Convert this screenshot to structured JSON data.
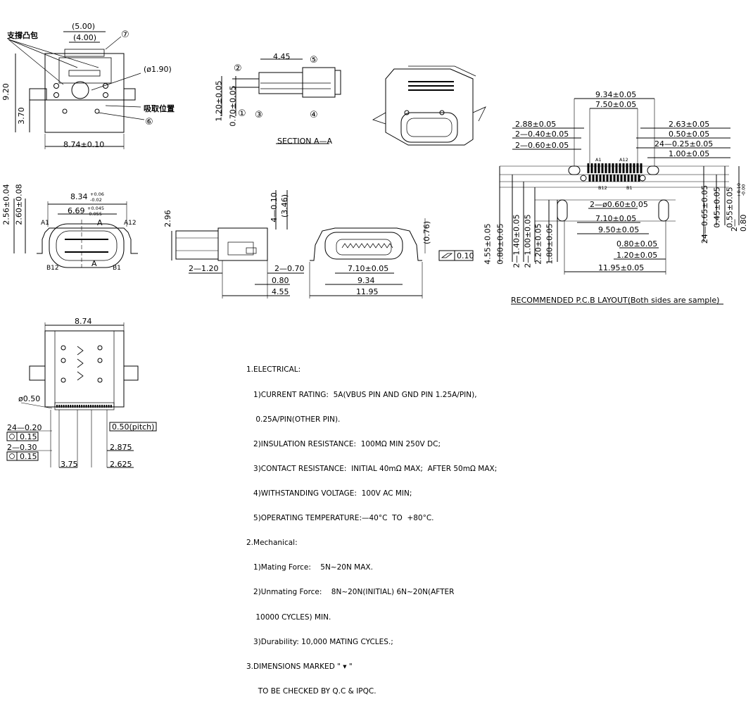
{
  "top_view": {
    "support_bump_label": "支撐凸包",
    "pickup_label": "吸取位置",
    "dim_5_00": "(5.00)",
    "dim_4_00": "(4.00)",
    "dim_1_90": "(ø1.90)",
    "dim_9_20": "9.20",
    "dim_3_70": "3.70",
    "dim_8_74": "8.74±0.10",
    "callout_7": "⑦",
    "callout_6": "⑥"
  },
  "section": {
    "dim_4_45": "4.45",
    "dim_1_20": "1.20±0.05",
    "dim_0_70": "0.70±0.05",
    "callout_1": "①",
    "callout_2": "②",
    "callout_3": "③",
    "callout_4": "④",
    "callout_5": "⑤",
    "title": "SECTION  A—A"
  },
  "front_view": {
    "dim_8_34": "8.34",
    "dim_8_34_tol_plus": "+0.06",
    "dim_8_34_tol_minus": "-0.02",
    "dim_6_69": "6.69",
    "dim_6_69_tol_plus": "+0.045",
    "dim_6_69_tol_minus": "-0.055",
    "dim_2_56": "2.56±0.04",
    "dim_2_60": "2.60±0.08",
    "label_a": "A",
    "label_a_bottom": "A",
    "pin_a1": "A1",
    "pin_a12": "A12",
    "pin_b12": "B12",
    "pin_b1": "B1"
  },
  "side_view": {
    "dim_2_96": "2.96",
    "dim_4_0_10": "4—0.10",
    "dim_3_46": "(3.46)",
    "dim_2_1_20": "2—1.20",
    "dim_2_0_70": "2—0.70",
    "dim_0_80": "0.80",
    "dim_4_55": "4.55"
  },
  "rear_view": {
    "dim_0_76": "(0.76)",
    "dim_7_10": "7.10±0.05",
    "dim_9_34": "9.34",
    "dim_11_95": "11.95",
    "flatness": "0.10"
  },
  "bottom_view": {
    "dim_8_74": "8.74",
    "dim_0_50": "ø0.50",
    "dim_24_0_20": "24—0.20",
    "tol_0_15_a": "0.15",
    "dim_2_0_30": "2—0.30",
    "tol_0_15_b": "0.15",
    "pitch": "0.50(pitch)",
    "dim_2_875": "2.875",
    "dim_2_625": "2.625",
    "dim_3_75": "3.75"
  },
  "pcb_layout": {
    "dim_9_34": "9.34±0.05",
    "dim_7_50": "7.50±0.05",
    "dim_2_88": "2.88±0.05",
    "dim_2_0_40": "2—0.40±0.05",
    "dim_2_0_60": "2—0.60±0.05",
    "dim_2_63": "2.63±0.05",
    "dim_0_50": "0.50±0.05",
    "dim_24_0_25": "24—0.25±0.05",
    "dim_1_00": "1.00±0.05",
    "pin_a1": "A1",
    "pin_a12": "A12",
    "pin_b12": "B12",
    "pin_b1": "B1",
    "dim_2_0_60_dia": "2—ø0.60±0.05",
    "dim_7_10": "7.10±0.05",
    "dim_9_50": "9.50±0.05",
    "dim_0_80": "0.80±0.05",
    "dim_1_20": "1.20±0.05",
    "dim_11_95": "11.95±0.05",
    "dim_4_55": "4.55±0.05",
    "dim_0_80_v": "0.80±0.05",
    "dim_2_1_40": "2—1.40±0.05",
    "dim_2_1_00": "2—1.00±0.05",
    "dim_2_20": "2.20±0.05",
    "dim_1_80": "1.80±0.05",
    "dim_24_0_65": "24—0.65±0.05",
    "dim_0_45": "0.45±0.05",
    "dim_0_55": "0.55±0.05",
    "dim_2_0_80": "2—0.80",
    "dim_2_0_80_tol": "+0.10",
    "dim_2_0_80_tol2": "-0.00",
    "title": "RECOMMENDED P.C.B LAYOUT(Both sides are sample)"
  },
  "notes": [
    "1.ELECTRICAL:",
    "   1)CURRENT RATING:  5A(VBUS PIN AND GND PIN 1.25A/PIN),",
    "    0.25A/PIN(OTHER PIN).",
    "   2)INSULATION RESISTANCE:  100MΩ MIN 250V DC;",
    "   3)CONTACT RESISTANCE:  INITIAL 40mΩ MAX;  AFTER 50mΩ MAX;",
    "   4)WITHSTANDING VOLTAGE:  100V AC MIN;",
    "   5)OPERATING TEMPERATURE:—40°C  TO  +80°C.",
    "2.Mechanical:",
    "   1)Mating Force:    5N~20N MAX.",
    "   2)Unmating Force:    8N~20N(INITIAL) 6N~20N(AFTER",
    "    10000 CYCLES) MIN.",
    "   3)Durability: 10,000 MATING CYCLES.;",
    "3.DIMENSIONS MARKED \" ▾ \"",
    "     TO BE CHECKED BY Q.C & IPQC."
  ]
}
